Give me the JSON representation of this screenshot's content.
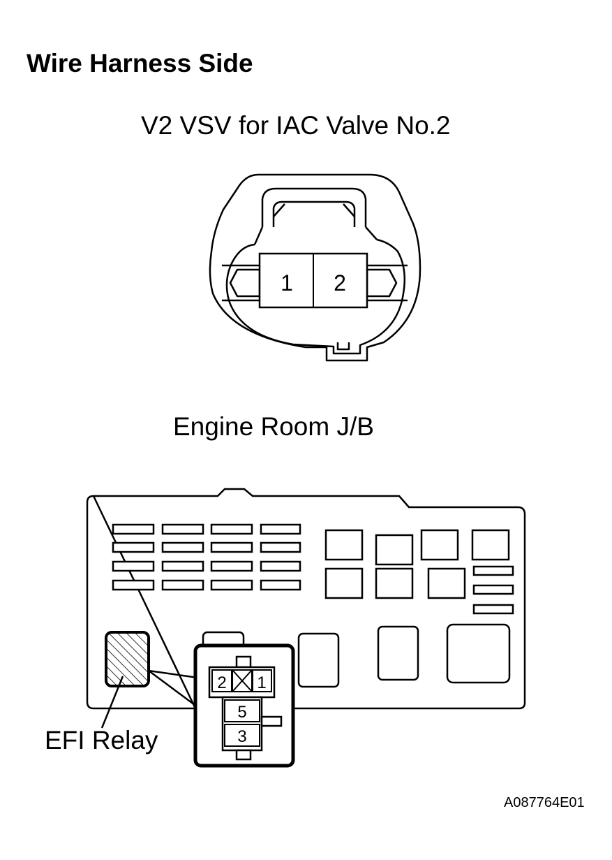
{
  "heading": "Wire Harness Side",
  "connector": {
    "title": "V2 VSV for IAC Valve No.2",
    "pins": [
      "1",
      "2"
    ]
  },
  "junction_block": {
    "title": "Engine Room J/B",
    "relay_label": "EFI Relay",
    "relay_pins": [
      "2",
      "1",
      "5",
      "3"
    ]
  },
  "figure_code": "A087764E01"
}
